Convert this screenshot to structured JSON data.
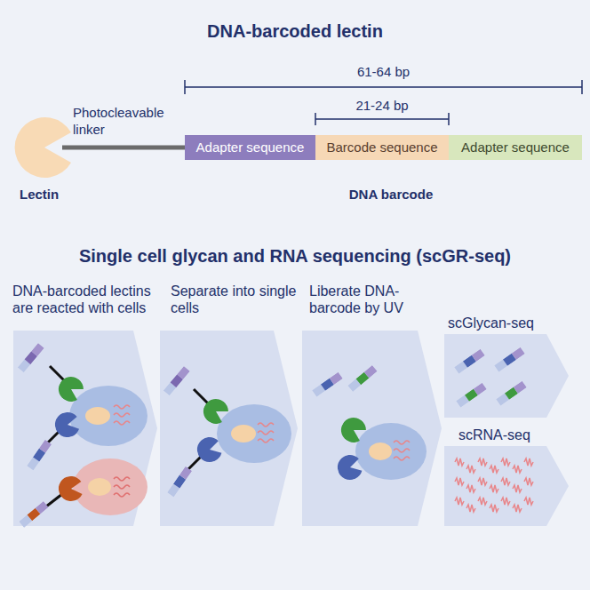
{
  "diagram": {
    "title": "DNA-barcoded lectin",
    "nodes": [
      {
        "text": [
          "Adapter sequence"
        ]
      },
      {
        "text": [
          "Barcode sequence"
        ]
      },
      {
        "text": [
          "Adapter sequence"
        ]
      },
      {
        "text": [
          "DNA-barcoded lectins are reacted with cells"
        ]
      },
      {
        "text": [
          "Separate into single cells"
        ]
      },
      {
        "text": [
          "Liberate DNA-barcode by UV"
        ]
      },
      {
        "text": [
          "scGlycan-seq"
        ]
      },
      {
        "text": [
          "scRNA-seq"
        ]
      }
    ],
    "labels": [
      "61-64 bp",
      "21-24 bp",
      "Photocleavable linker",
      "Lectin",
      "DNA barcode",
      "Single cell glycan and RNA sequencing (scGR-seq)"
    ]
  }
}
